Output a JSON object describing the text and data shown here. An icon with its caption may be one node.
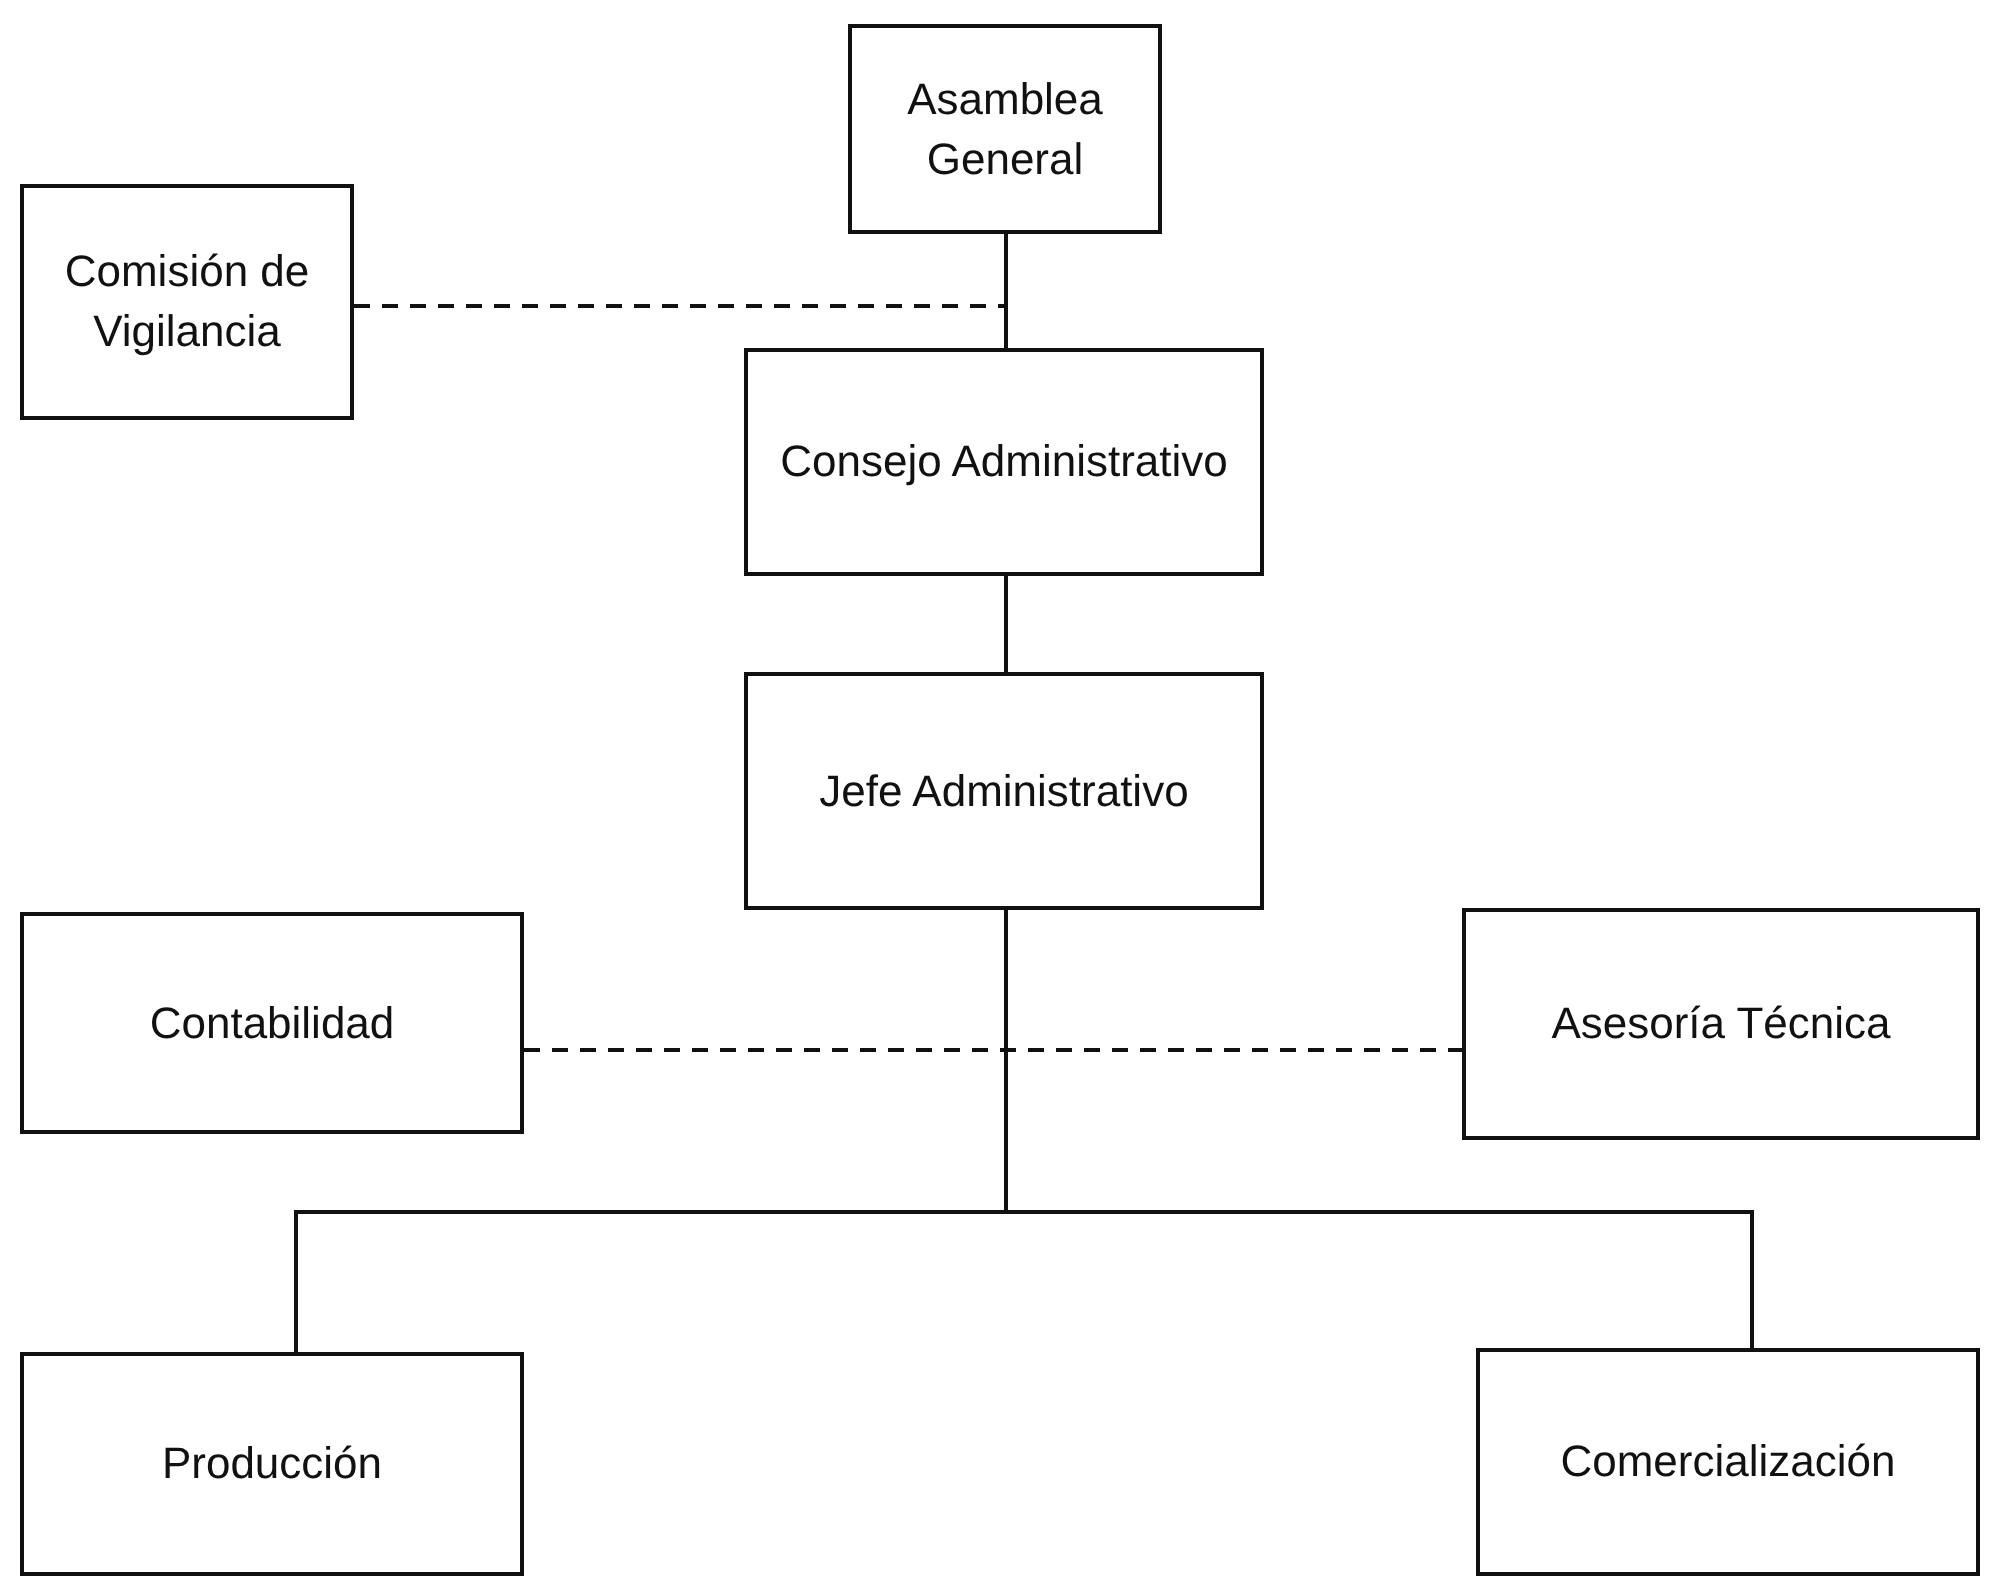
{
  "diagram": {
    "nodes": [
      {
        "text": [
          "Asamblea General"
        ]
      },
      {
        "text": [
          "Comisión de Vigilancia"
        ]
      },
      {
        "text": [
          "Consejo Administrativo"
        ]
      },
      {
        "text": [
          "Jefe Administrativo"
        ]
      },
      {
        "text": [
          "Contabilidad"
        ]
      },
      {
        "text": [
          "Asesoría Técnica"
        ]
      },
      {
        "text": [
          "Producción"
        ]
      },
      {
        "text": [
          "Comercialización"
        ]
      }
    ],
    "edges": [
      {
        "from": 0,
        "to": 2,
        "arrow": "none"
      },
      {
        "from": 1,
        "to": 0,
        "arrow": "none",
        "style": "dashed"
      },
      {
        "from": 2,
        "to": 3,
        "arrow": "none"
      },
      {
        "from": 4,
        "to": 5,
        "arrow": "none",
        "style": "dashed"
      },
      {
        "from": 3,
        "to": 6,
        "arrow": "none"
      },
      {
        "from": 3,
        "to": 7,
        "arrow": "none"
      }
    ]
  }
}
